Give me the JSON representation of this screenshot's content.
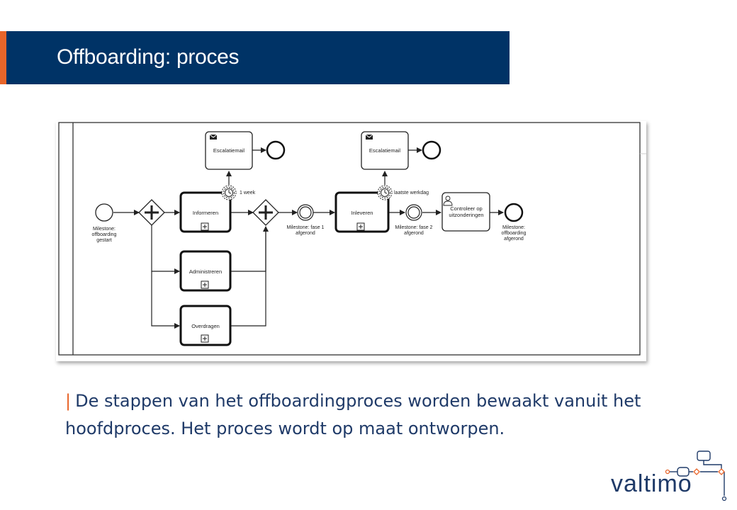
{
  "header": {
    "title": "Offboarding: proces"
  },
  "diagram": {
    "tasks": {
      "informeren": "Informeren",
      "administreren": "Administreren",
      "overdragen": "Overdragen",
      "inleveren": "Inleveren",
      "escalatie_1": "Escalatiemail",
      "escalatie_2": "Escalatiemail",
      "controleer_line1": "Controleer op",
      "controleer_line2": "uitzonderingen"
    },
    "timers": {
      "timer_1": "1 week",
      "timer_2": "laatste werkdag"
    },
    "events": {
      "start_l1": "Milestone:",
      "start_l2": "offboarding",
      "start_l3": "gestart",
      "fase1_l1": "Milestone: fase 1",
      "fase1_l2": "afgerond",
      "fase2_l1": "Milestone: fase 2",
      "fase2_l2": "afgerond",
      "end_l1": "Milestone:",
      "end_l2": "offboarding",
      "end_l3": "afgerond"
    }
  },
  "caption": {
    "marker": "|",
    "text": "De stappen van het offboardingproces worden bewaakt vanuit het hoofdproces. Het proces wordt op maat ontworpen."
  },
  "logo": {
    "text": "valtimo"
  },
  "colors": {
    "header_bg": "#003366",
    "accent": "#e8652a",
    "text_blue": "#1f3a68"
  }
}
